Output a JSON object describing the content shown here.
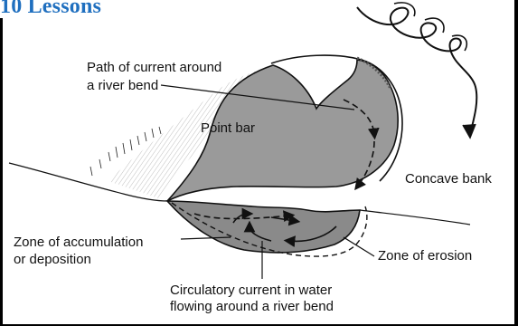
{
  "header": {
    "title": "10 Lessons",
    "title_color": "#1f6fbf"
  },
  "diagram": {
    "labels": {
      "path_of_current_line1": "Path of current around",
      "path_of_current_line2": "a river bend",
      "point_bar": "Point bar",
      "concave_bank": "Concave bank",
      "zone_accumulation_line1": "Zone of accumulation",
      "zone_accumulation_line2": "or deposition",
      "zone_erosion": "Zone of erosion",
      "circulatory_line1": "Circulatory current in water",
      "circulatory_line2": "flowing around a river bend"
    },
    "colors": {
      "water": "#9a9a9a",
      "cross_section": "#8a8a8a",
      "ink": "#111111"
    }
  }
}
